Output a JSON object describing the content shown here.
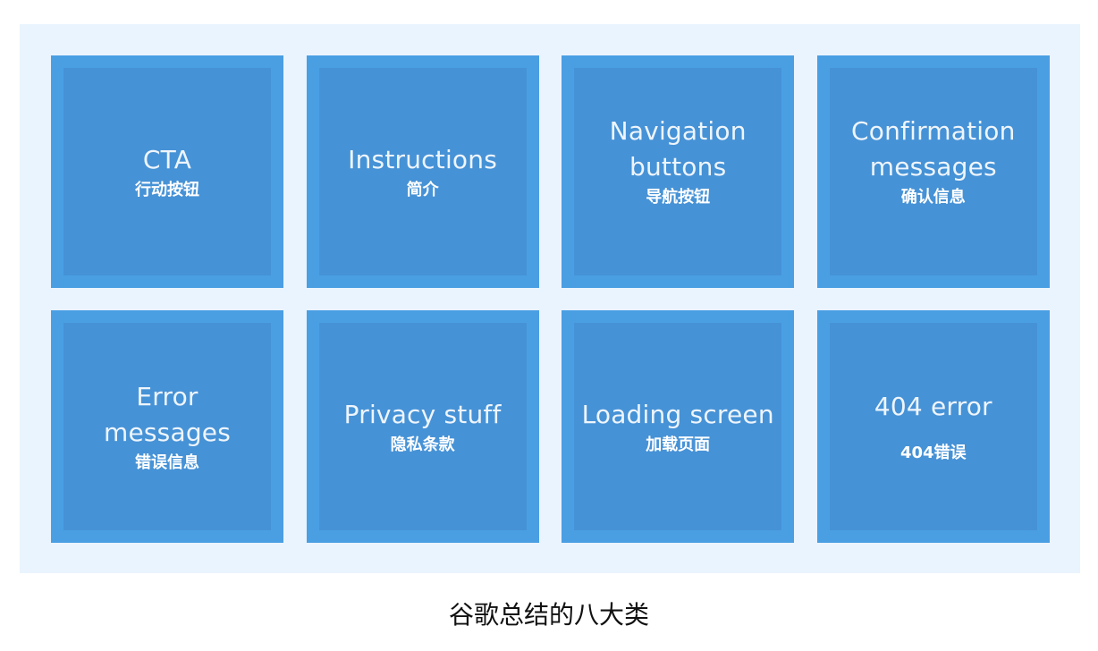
{
  "cards": [
    {
      "title": "CTA",
      "subtitle": "行动按钮"
    },
    {
      "title": "Instructions",
      "subtitle": "简介"
    },
    {
      "title": "Navigation buttons",
      "subtitle": "导航按钮"
    },
    {
      "title": "Confirmation messages",
      "subtitle": "确认信息"
    },
    {
      "title": "Error messages",
      "subtitle": "错误信息"
    },
    {
      "title": "Privacy stuff",
      "subtitle": "隐私条款"
    },
    {
      "title": "Loading screen",
      "subtitle": "加载页面"
    },
    {
      "title": "404 error",
      "subtitle": "404错误"
    }
  ],
  "caption": "谷歌总结的八大类",
  "colors": {
    "panel_background": "#eaf4fe",
    "card_border": "#4a9fe3",
    "card_fill": "#4692d6",
    "text": "#ffffff",
    "caption_text": "#111111"
  }
}
